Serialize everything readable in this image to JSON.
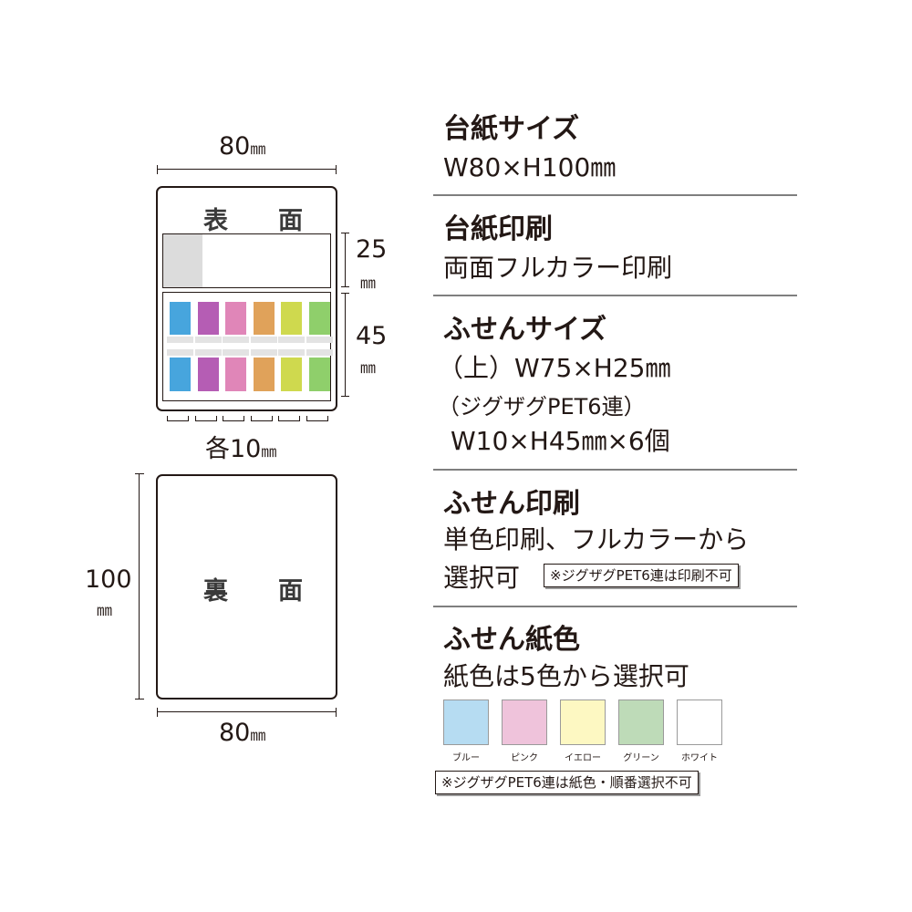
{
  "front": {
    "width_value": "80",
    "width_unit": "㎜",
    "title": "表　面",
    "upper_height_value": "25",
    "upper_height_unit": "㎜",
    "lower_height_value": "45",
    "lower_height_unit": "㎜",
    "each_width_label": "各10",
    "each_width_unit": "㎜",
    "tab_colors": [
      "#47a5dd",
      "#b55db4",
      "#e086b8",
      "#e0a25a",
      "#cfd94e",
      "#8fcf6b"
    ]
  },
  "back": {
    "title": "裏　面",
    "height_value": "100",
    "height_unit": "㎜",
    "width_value": "80",
    "width_unit": "㎜"
  },
  "specs": {
    "board_size_head": "台紙サイズ",
    "board_size_value": "W80×H100㎜",
    "board_print_head": "台紙印刷",
    "board_print_value": "両面フルカラー印刷",
    "sticky_size_head": "ふせんサイズ",
    "sticky_size_top": "（上）W75×H25㎜",
    "sticky_size_zigzag": "（ジグザグPET6連）",
    "sticky_size_zigzag_value": "W10×H45㎜×6個",
    "sticky_print_head": "ふせん印刷",
    "sticky_print_line1": "単色印刷、フルカラーから",
    "sticky_print_line2": "選択可",
    "sticky_print_note": "※ジグザグPET6連は印刷不可",
    "paper_color_head": "ふせん紙色",
    "paper_color_value": "紙色は5色から選択可",
    "paper_color_note": "※ジグザグPET6連は紙色・順番選択不可"
  },
  "paper_colors": [
    {
      "name": "ブルー",
      "color": "#b6dcf2"
    },
    {
      "name": "ピンク",
      "color": "#efc3db"
    },
    {
      "name": "イエロー",
      "color": "#fdf8c2"
    },
    {
      "name": "グリーン",
      "color": "#bedbb8"
    },
    {
      "name": "ホワイト",
      "color": "#ffffff"
    }
  ]
}
